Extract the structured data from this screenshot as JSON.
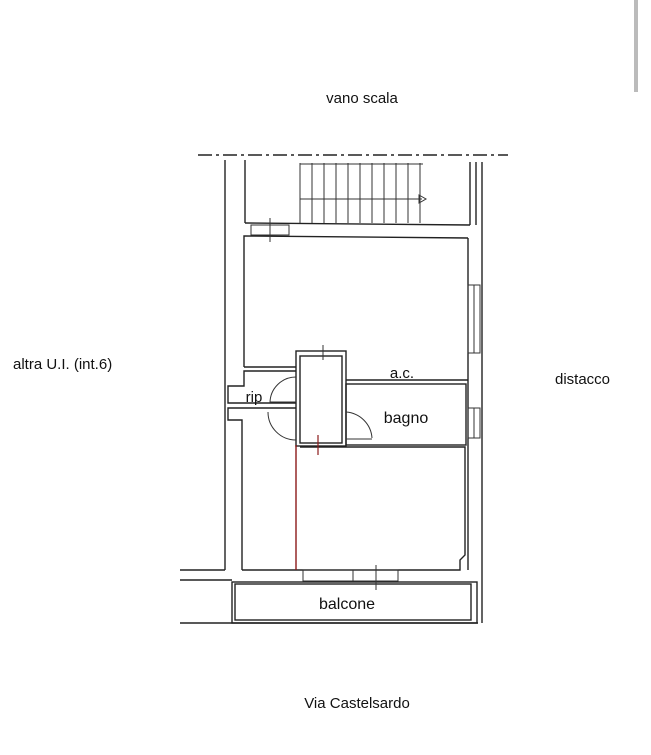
{
  "labels": {
    "top": "vano scala",
    "left": "altra U.I. (int.6)",
    "right": "distacco",
    "bottom": "Via Castelsardo",
    "closet": "a.c.",
    "storage": "rip",
    "bathroom": "bagno",
    "balcony": "balcone"
  },
  "colors": {
    "lines": "#222222",
    "red_line": "#8b1a1a"
  }
}
